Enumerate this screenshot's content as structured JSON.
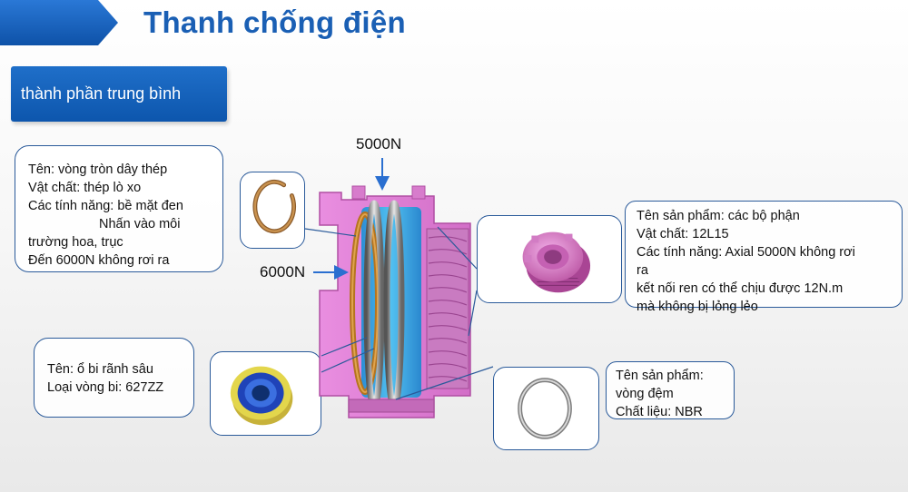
{
  "header": {
    "title": "Thanh chống điện"
  },
  "section": {
    "label": "thành phần trung bình"
  },
  "forces": {
    "top": "5000N",
    "left": "6000N"
  },
  "colors": {
    "brand_blue": "#1a5fb4",
    "part_pink": "#e77fd8",
    "seal_blue": "#2fa8e4",
    "callout_border": "#2a5a9a"
  },
  "callouts": {
    "wire_ring": {
      "lines": [
        "Tên: vòng tròn dây thép",
        "Vật chất: thép lò xo",
        "Các tính năng: bề mặt đen",
        "Nhấn vào môi",
        "trường hoa, trục",
        "Đến 6000N không rơi ra"
      ]
    },
    "components": {
      "lines": [
        "Tên sản phẩm: các bộ phận",
        "Vật chất: 12L15",
        "Các tính năng: Axial 5000N không rơi",
        "ra",
        "kết nối ren có thể chịu được 12N.m",
        "mà không bị lỏng lẻo"
      ]
    },
    "bearing": {
      "lines": [
        "Tên: ổ bi rãnh sâu",
        "Loại vòng bi: 627ZZ"
      ]
    },
    "gasket": {
      "lines": [
        "Tên sản phẩm:",
        "vòng đệm",
        "Chất liệu: NBR"
      ]
    }
  }
}
